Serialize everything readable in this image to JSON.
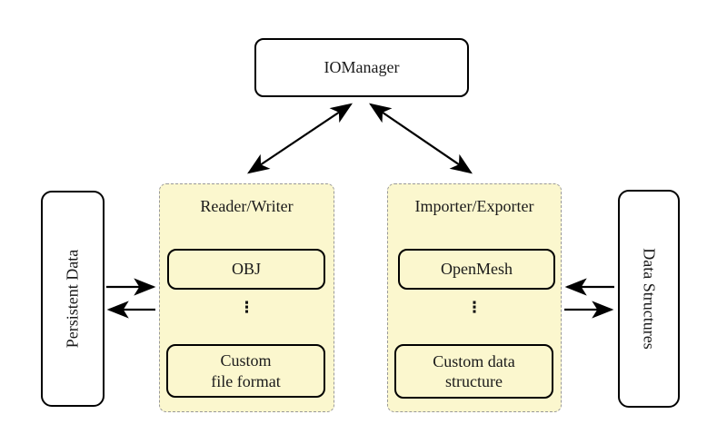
{
  "diagram": {
    "nodes": {
      "iomanager": {
        "label": "IOManager"
      },
      "persistent_data": {
        "label": "Persistent Data"
      },
      "data_structures": {
        "label": "Data Structures"
      }
    },
    "groups": {
      "reader_writer": {
        "title": "Reader/Writer",
        "top_item": "OBJ",
        "ellipsis": "⋮",
        "bottom_item": "Custom\nfile format"
      },
      "importer_exporter": {
        "title": "Importer/Exporter",
        "top_item": "OpenMesh",
        "ellipsis": "⋮",
        "bottom_item": "Custom data\nstructure"
      }
    },
    "colors": {
      "background": "#ffffff",
      "group_fill": "#fbf7ce",
      "group_border": "#999999",
      "node_fill": "#ffffff",
      "node_border": "#000000",
      "arrow": "#000000"
    }
  }
}
